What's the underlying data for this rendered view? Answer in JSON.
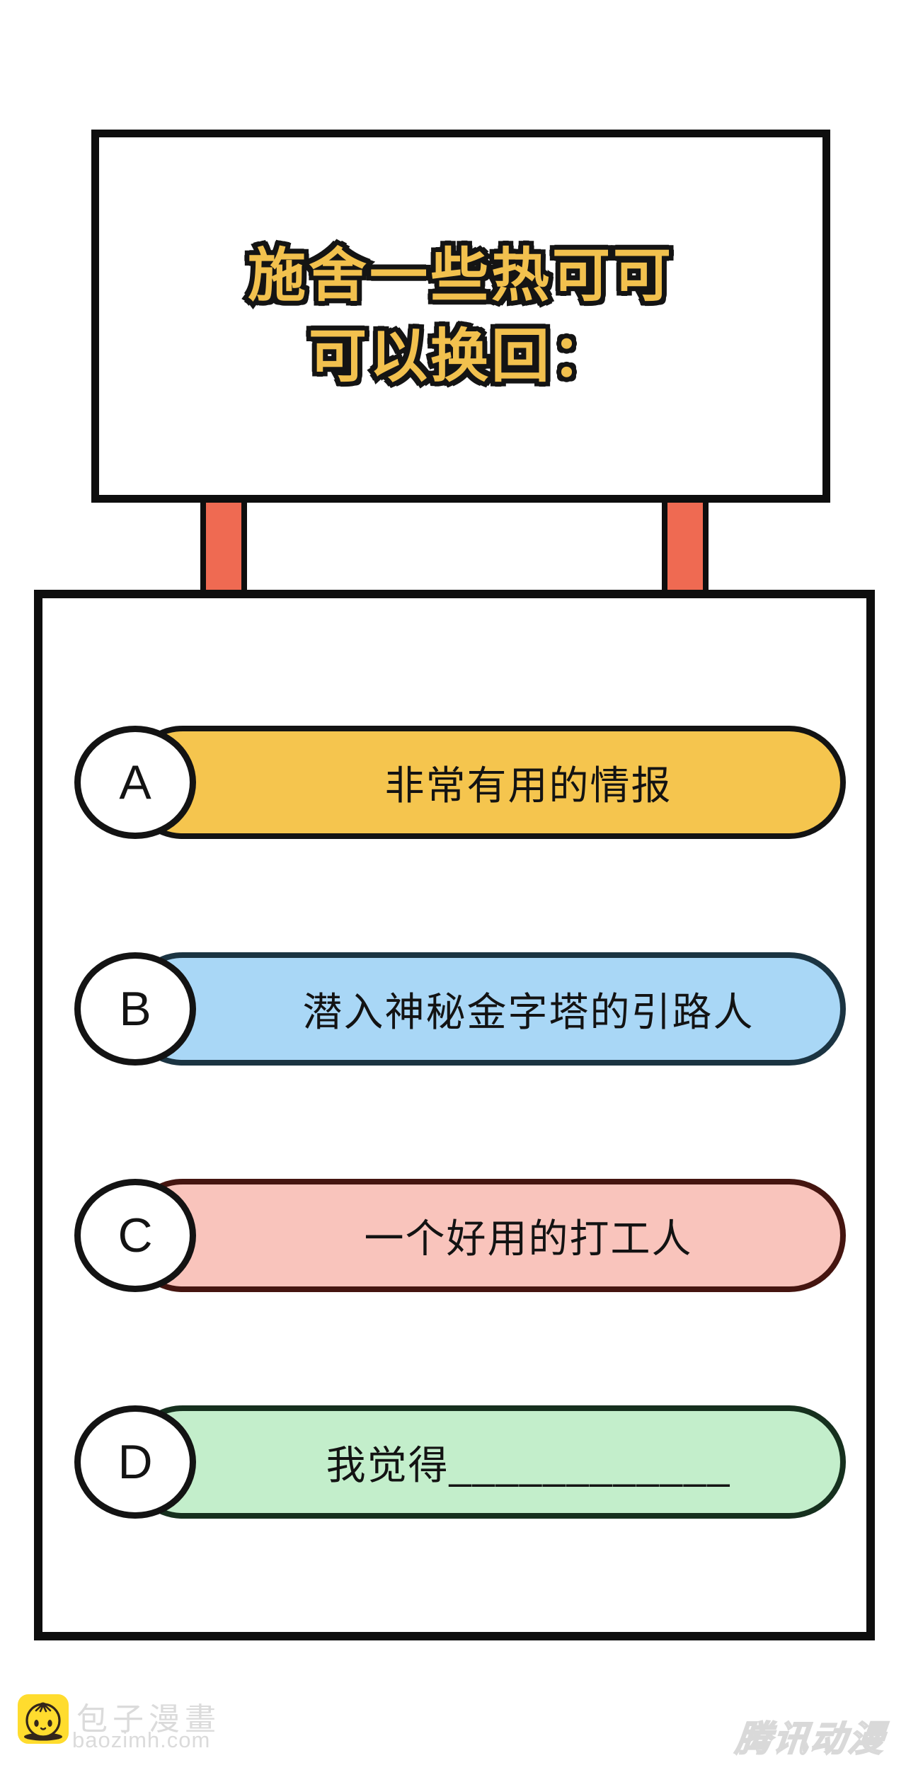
{
  "page": {
    "background": "#ffffff"
  },
  "sign": {
    "title_line1": "施舍一些热可可",
    "title_line2": "可以换回：",
    "text_color": "#F2C14E",
    "outline_color": "#141414"
  },
  "posts": {
    "color": "#EF6A52"
  },
  "options": [
    {
      "letter": "A",
      "label": "非常有用的情报",
      "fill": "#F5C54E",
      "border": "#131313"
    },
    {
      "letter": "B",
      "label": "潜入神秘金字塔的引路人",
      "fill": "#A9D7F6",
      "border": "#1B3442"
    },
    {
      "letter": "C",
      "label": "一个好用的打工人",
      "fill": "#F9C4BC",
      "border": "#451510"
    },
    {
      "letter": "D",
      "label": "我觉得____________",
      "fill": "#C3EECB",
      "border": "#16301E"
    }
  ],
  "footer": {
    "site_name": "包子漫畫",
    "site_url": "baozimh.com",
    "logo_icon": "baozi-bun-icon",
    "logo_color": "#FFDC2E",
    "watermark": "腾讯动漫"
  }
}
